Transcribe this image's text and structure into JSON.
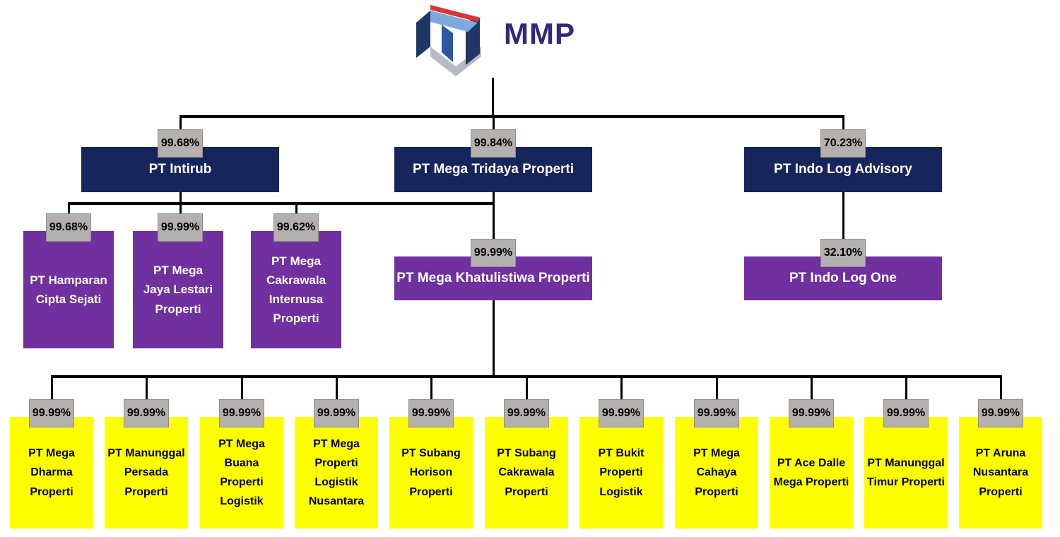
{
  "logo": {
    "wordmark": "MMP"
  },
  "colors": {
    "navy_box": "#16265c",
    "purple_box": "#7030a0",
    "yellow_box": "#ffff00",
    "badge_gray": "#b3b0ad",
    "connector_line": "#000000",
    "logo_red": "#d93535",
    "logo_light_blue": "#7ea9da",
    "logo_medium_blue": "#2d56a0",
    "logo_navy": "#1f3766",
    "logo_gray": "#b5bac4",
    "wordmark_color": "#2e2c7a"
  },
  "level1": [
    {
      "name": "PT Intirub",
      "pct": "99.68%"
    },
    {
      "name": "PT Mega Tridaya Properti",
      "pct": "99.84%"
    },
    {
      "name": "PT Indo Log Advisory",
      "pct": "70.23%"
    }
  ],
  "level2": [
    {
      "name": "PT Hamparan Cipta Sejati",
      "pct": "99.68%"
    },
    {
      "name": "PT Mega Jaya Lestari Properti",
      "pct": "99.99%"
    },
    {
      "name": "PT Mega Cakrawala Internusa Properti",
      "pct": "99.62%"
    },
    {
      "name": "PT Mega Khatulistiwa Properti",
      "pct": "99.99%"
    },
    {
      "name": "PT Indo Log One",
      "pct": "32.10%"
    }
  ],
  "level3": [
    {
      "name": "PT Mega Dharma Properti",
      "pct": "99.99%"
    },
    {
      "name": "PT Manunggal Persada Properti",
      "pct": "99.99%"
    },
    {
      "name": "PT Mega Buana Properti Logistik",
      "pct": "99.99%"
    },
    {
      "name": "PT Mega Properti Logistik Nusantara",
      "pct": "99.99%"
    },
    {
      "name": "PT Subang Horison Properti",
      "pct": "99.99%"
    },
    {
      "name": "PT Subang Cakrawala Properti",
      "pct": "99.99%"
    },
    {
      "name": "PT Bukit Properti Logistik",
      "pct": "99.99%"
    },
    {
      "name": "PT Mega Cahaya Properti",
      "pct": "99.99%"
    },
    {
      "name": "PT Ace Dalle Mega Properti",
      "pct": "99.99%"
    },
    {
      "name": "PT Manunggal Timur Properti",
      "pct": "99.99%"
    },
    {
      "name": "PT Aruna Nusantara Properti",
      "pct": "99.99%"
    }
  ]
}
